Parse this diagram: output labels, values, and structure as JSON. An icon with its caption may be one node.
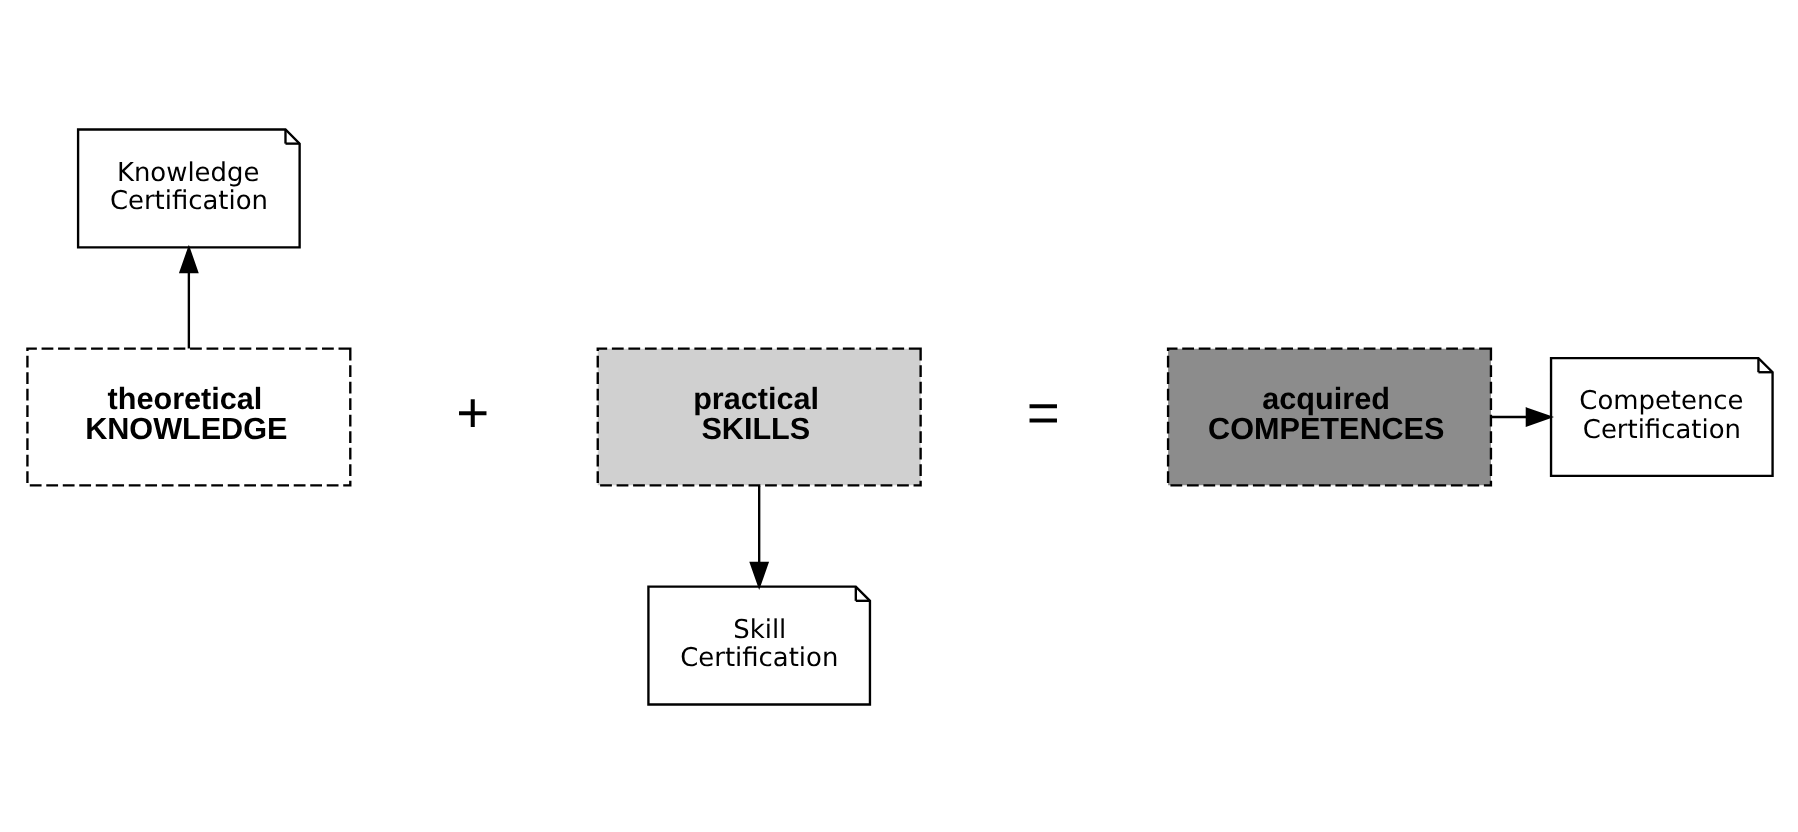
{
  "diagram": {
    "nodes": [
      {
        "text": [
          "Knowledge Certification"
        ]
      },
      {
        "text": [
          "theoretical KNOWLEDGE"
        ]
      },
      {
        "text": [
          "practical SKILLS"
        ]
      },
      {
        "text": [
          "acquired COMPETENCES"
        ]
      },
      {
        "text": [
          "Competence Certification"
        ]
      },
      {
        "text": [
          "Skill Certification"
        ]
      }
    ],
    "edges": [
      {
        "from": 1,
        "to": 0,
        "arrow": "to"
      },
      {
        "from": 2,
        "to": 5,
        "arrow": "to"
      },
      {
        "from": 3,
        "to": 4,
        "arrow": "to"
      }
    ],
    "labels": [
      "+",
      "="
    ]
  }
}
